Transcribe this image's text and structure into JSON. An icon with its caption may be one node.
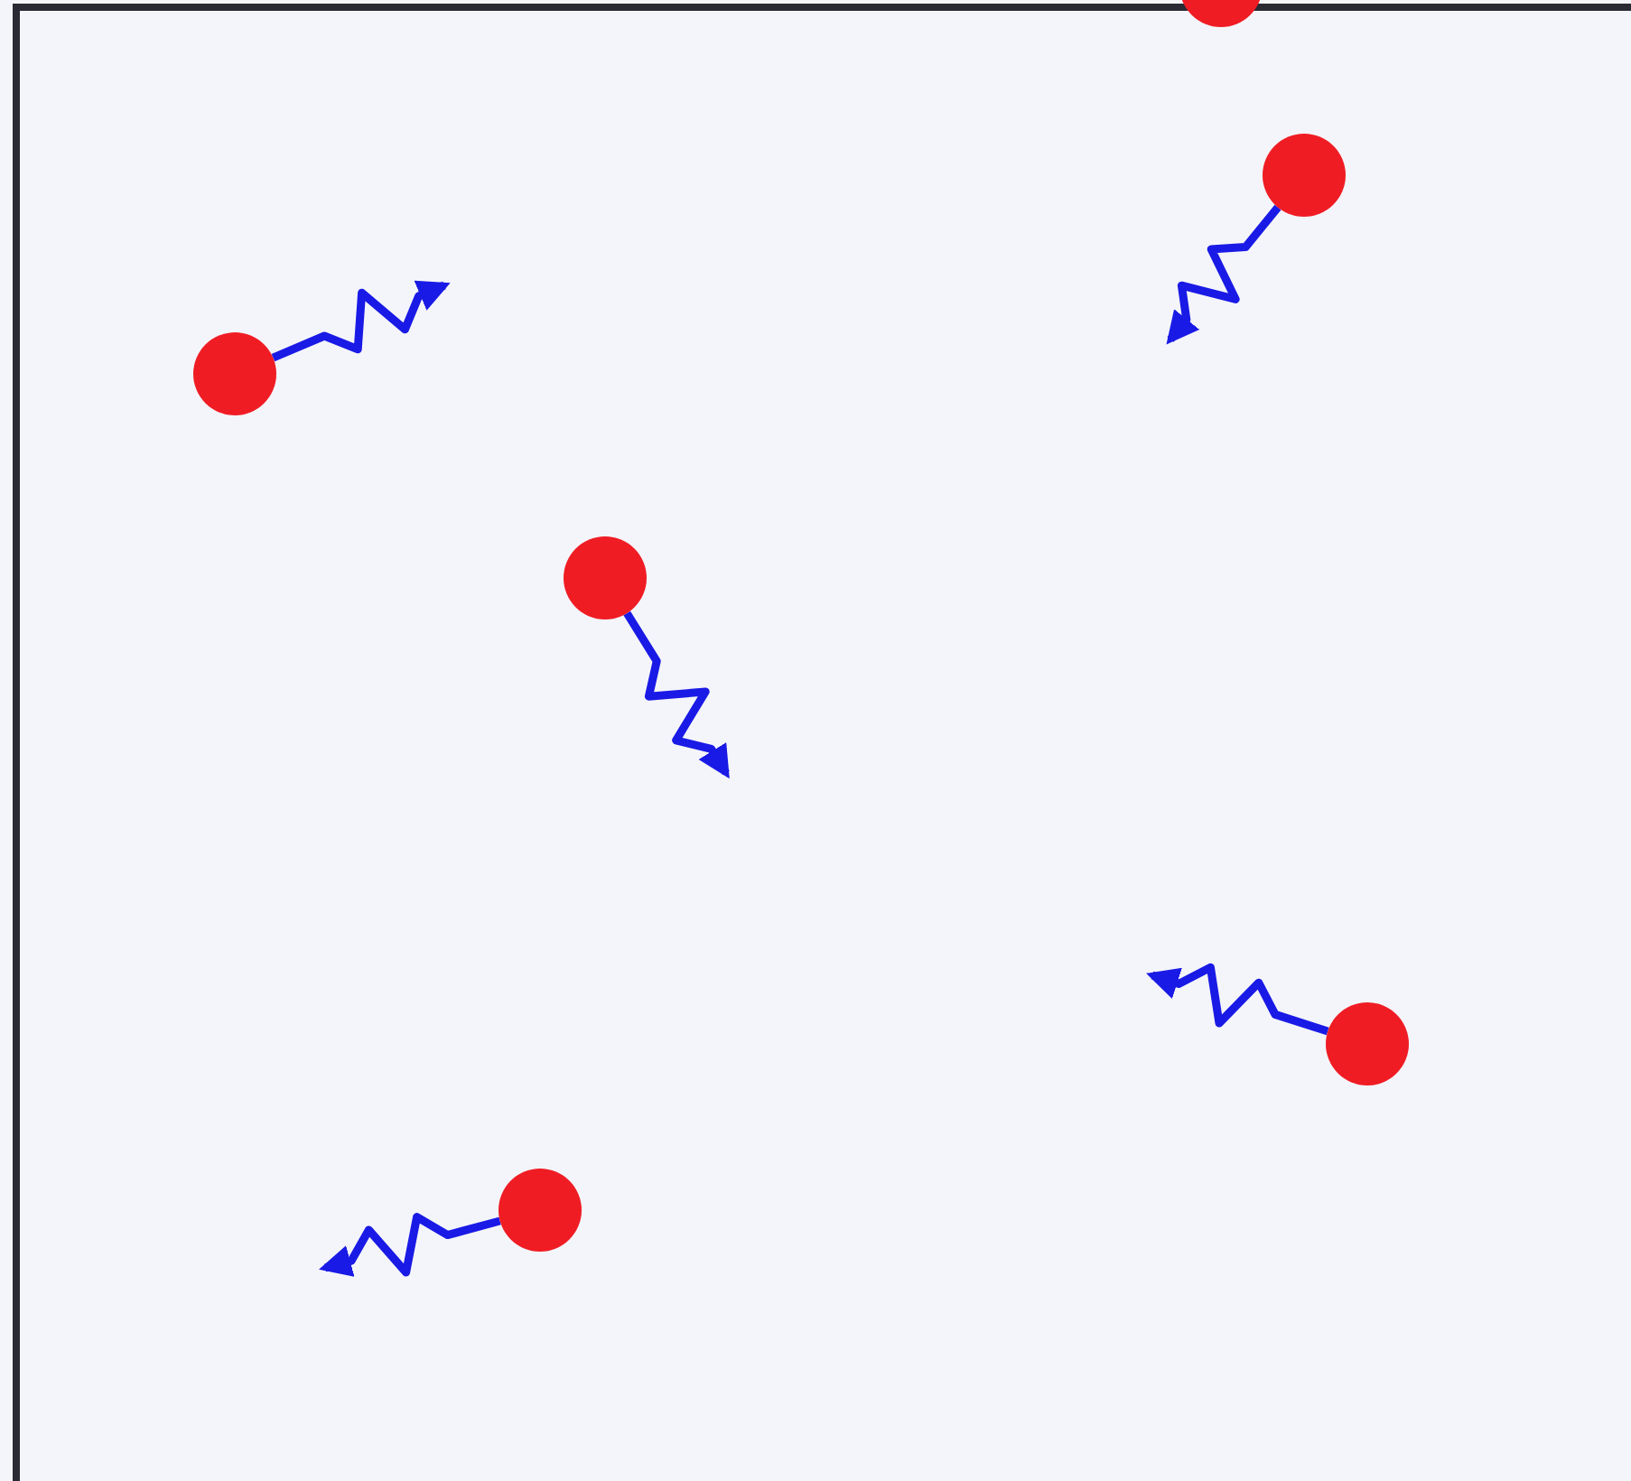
{
  "diagram": {
    "nodes": [
      {
        "text": [],
        "shape": "circle"
      },
      {
        "text": [],
        "shape": "circle"
      },
      {
        "text": [],
        "shape": "circle"
      },
      {
        "text": [],
        "shape": "circle"
      },
      {
        "text": [],
        "shape": "circle"
      },
      {
        "text": [],
        "shape": "circle"
      }
    ],
    "edges": [
      {
        "from": 1,
        "to": null,
        "arrow": "to"
      },
      {
        "from": 2,
        "to": null,
        "arrow": "to"
      },
      {
        "from": 3,
        "to": null,
        "arrow": "to"
      },
      {
        "from": 4,
        "to": null,
        "arrow": "to"
      },
      {
        "from": 5,
        "to": null,
        "arrow": "to"
      }
    ]
  }
}
